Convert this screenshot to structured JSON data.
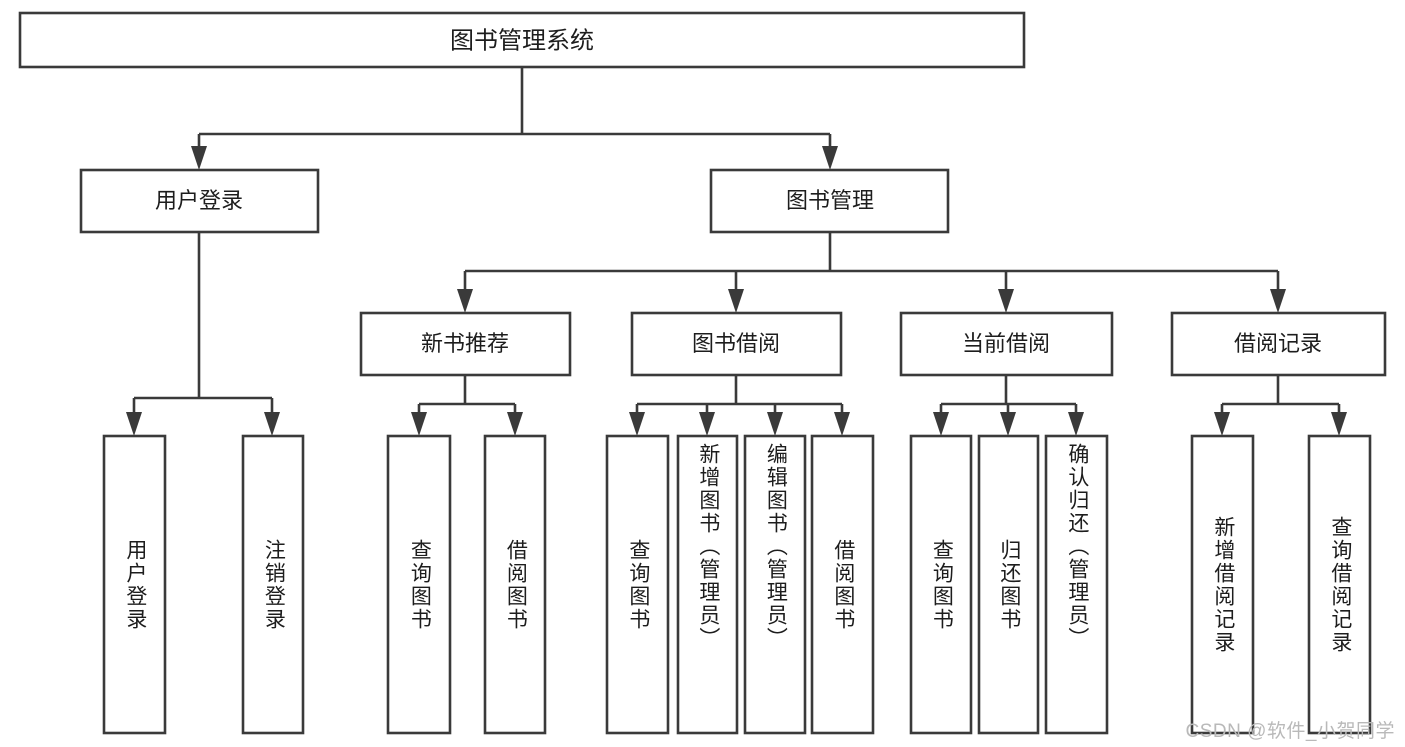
{
  "diagram": {
    "type": "tree-hierarchy",
    "title": "图书管理系统",
    "watermark": "CSDN @软件_小贺同学",
    "colors": {
      "stroke": "#3a3a3a",
      "fill": "#ffffff",
      "text": "#1d1d1d",
      "watermark": "#b9b9b9",
      "background": "#ffffff"
    },
    "levels": {
      "root": {
        "label": "图书管理系统"
      },
      "level2": [
        {
          "label": "用户登录"
        },
        {
          "label": "图书管理"
        }
      ],
      "level3": [
        {
          "label": "新书推荐"
        },
        {
          "label": "图书借阅"
        },
        {
          "label": "当前借阅"
        },
        {
          "label": "借阅记录"
        }
      ],
      "leaves": {
        "user_login": [
          {
            "label": "用户登录"
          },
          {
            "label": "注销登录"
          }
        ],
        "new_book_recommend": [
          {
            "label": "查询图书"
          },
          {
            "label": "借阅图书"
          }
        ],
        "book_borrow": [
          {
            "label": "查询图书"
          },
          {
            "label": "新增图书（管理员）"
          },
          {
            "label": "编辑图书（管理员）"
          },
          {
            "label": "借阅图书"
          }
        ],
        "current_borrow": [
          {
            "label": "查询图书"
          },
          {
            "label": "归还图书"
          },
          {
            "label": "确认归还（管理员）"
          }
        ],
        "borrow_record": [
          {
            "label": "新增借阅记录"
          },
          {
            "label": "查询借阅记录"
          }
        ]
      }
    },
    "edges": [
      {
        "from": "图书管理系统",
        "to": "用户登录"
      },
      {
        "from": "图书管理系统",
        "to": "图书管理"
      },
      {
        "from": "用户登录",
        "to": "用户登录"
      },
      {
        "from": "用户登录",
        "to": "注销登录"
      },
      {
        "from": "图书管理",
        "to": "新书推荐"
      },
      {
        "from": "图书管理",
        "to": "图书借阅"
      },
      {
        "from": "图书管理",
        "to": "当前借阅"
      },
      {
        "from": "图书管理",
        "to": "借阅记录"
      },
      {
        "from": "新书推荐",
        "to": "查询图书"
      },
      {
        "from": "新书推荐",
        "to": "借阅图书"
      },
      {
        "from": "图书借阅",
        "to": "查询图书"
      },
      {
        "from": "图书借阅",
        "to": "新增图书（管理员）"
      },
      {
        "from": "图书借阅",
        "to": "编辑图书（管理员）"
      },
      {
        "from": "图书借阅",
        "to": "借阅图书"
      },
      {
        "from": "当前借阅",
        "to": "查询图书"
      },
      {
        "from": "当前借阅",
        "to": "归还图书"
      },
      {
        "from": "当前借阅",
        "to": "确认归还（管理员）"
      },
      {
        "from": "借阅记录",
        "to": "新增借阅记录"
      },
      {
        "from": "借阅记录",
        "to": "查询借阅记录"
      }
    ]
  }
}
